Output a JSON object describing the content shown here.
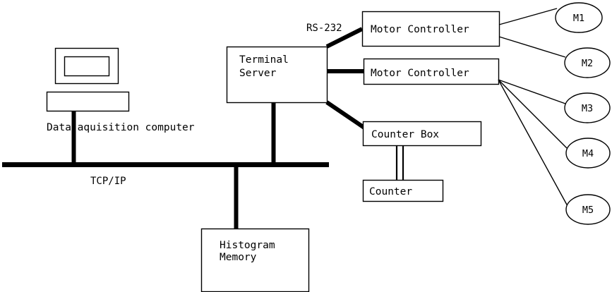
{
  "diagram": {
    "title": "Data acquisition system block diagram",
    "background_color": "#ffffff",
    "line_color": "#000000",
    "nodes": {
      "data_acquisition_computer": {
        "caption": "Data aquisition computer"
      },
      "terminal_server": {
        "line1": "Terminal",
        "line2": "Server"
      },
      "motor_controller_1": {
        "label": "Motor Controller"
      },
      "motor_controller_2": {
        "label": "Motor Controller"
      },
      "counter_box": {
        "label": "Counter Box"
      },
      "counter": {
        "label": "Counter"
      },
      "histogram_memory": {
        "line1": "Histogram",
        "line2": "Memory"
      },
      "motors": [
        {
          "id": "m1",
          "label": "M1"
        },
        {
          "id": "m2",
          "label": "M2"
        },
        {
          "id": "m3",
          "label": "M3"
        },
        {
          "id": "m4",
          "label": "M4"
        },
        {
          "id": "m5",
          "label": "M5"
        }
      ]
    },
    "edges": {
      "bus_label": "TCP/IP",
      "serial_label": "RS-232"
    }
  }
}
